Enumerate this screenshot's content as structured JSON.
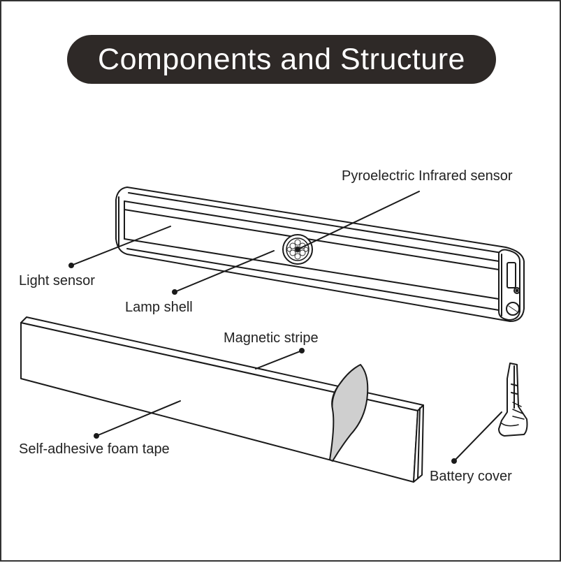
{
  "title": "Components and Structure",
  "labels": {
    "pir_sensor": "Pyroelectric Infrared sensor",
    "light_sensor": "Light sensor",
    "lamp_shell": "Lamp shell",
    "magnetic_stripe": "Magnetic stripe",
    "foam_tape": "Self-adhesive foam tape",
    "battery_cover": "Battery cover"
  },
  "colors": {
    "pill": "#2e2927",
    "line": "#1a1a1a",
    "peel": "#cfcfcf"
  }
}
